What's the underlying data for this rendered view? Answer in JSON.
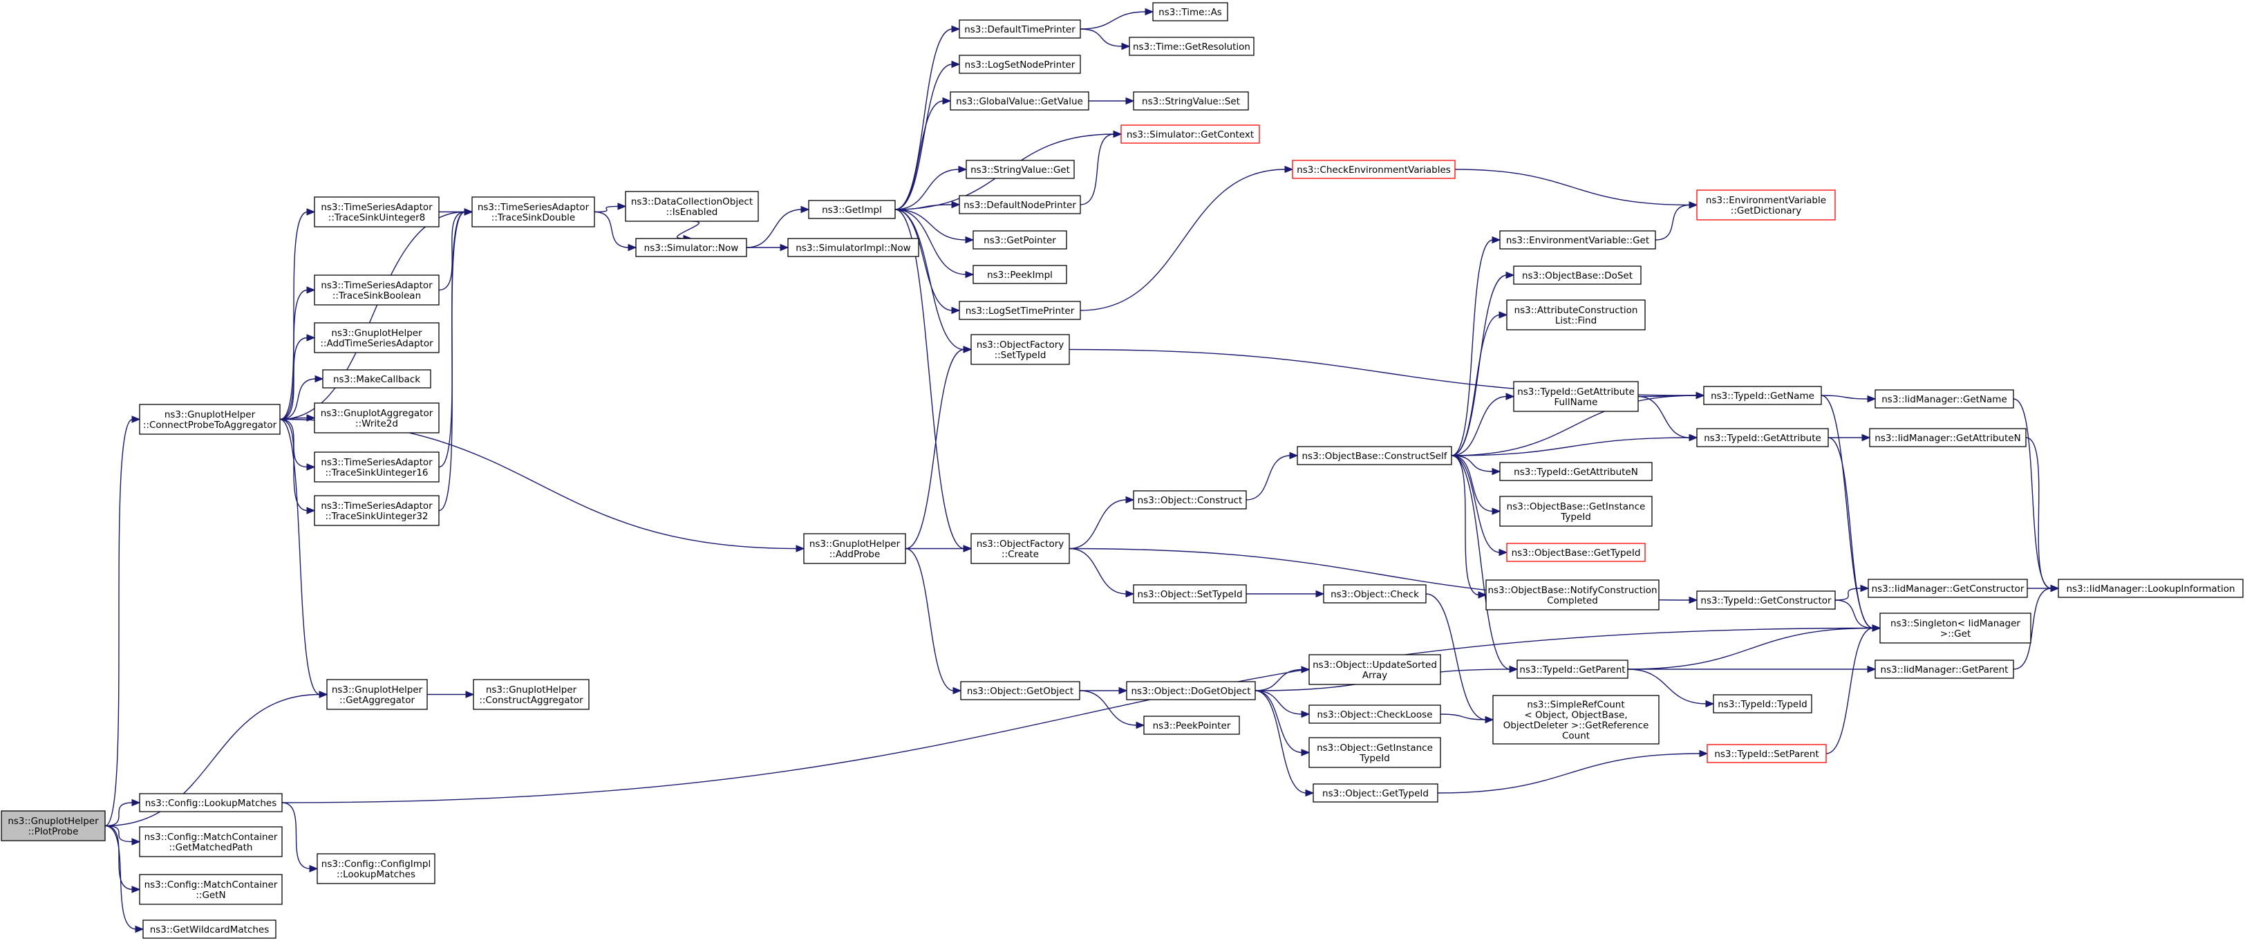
{
  "graph": {
    "title": "",
    "colors": {
      "edge": "#191970",
      "node_border": "#000000",
      "highlight_border": "#ff0000",
      "root_fill": "#bfbfbf"
    },
    "nodes": [
      {
        "id": "root",
        "lines": [
          "ns3::GnuplotHelper",
          "::PlotProbe"
        ],
        "root": true
      },
      {
        "id": "ctpa",
        "lines": [
          "ns3::GnuplotHelper",
          "::ConnectProbeToAggregator"
        ]
      },
      {
        "id": "getagg",
        "lines": [
          "ns3::GnuplotHelper",
          "::GetAggregator"
        ]
      },
      {
        "id": "lookupM",
        "lines": [
          "ns3::Config::LookupMatches"
        ]
      },
      {
        "id": "gmp",
        "lines": [
          "ns3::Config::MatchContainer",
          "::GetMatchedPath"
        ]
      },
      {
        "id": "getn",
        "lines": [
          "ns3::Config::MatchContainer",
          "::GetN"
        ]
      },
      {
        "id": "wild",
        "lines": [
          "ns3::GetWildcardMatches"
        ]
      },
      {
        "id": "tsu8",
        "lines": [
          "ns3::TimeSeriesAdaptor",
          "::TraceSinkUinteger8"
        ]
      },
      {
        "id": "tsdbl",
        "lines": [
          "ns3::TimeSeriesAdaptor",
          "::TraceSinkDouble"
        ]
      },
      {
        "id": "tsbool",
        "lines": [
          "ns3::TimeSeriesAdaptor",
          "::TraceSinkBoolean"
        ]
      },
      {
        "id": "addtsa",
        "lines": [
          "ns3::GnuplotHelper",
          "::AddTimeSeriesAdaptor"
        ]
      },
      {
        "id": "mcb",
        "lines": [
          "ns3::MakeCallback"
        ]
      },
      {
        "id": "w2d",
        "lines": [
          "ns3::GnuplotAggregator",
          "::Write2d"
        ]
      },
      {
        "id": "tsu16",
        "lines": [
          "ns3::TimeSeriesAdaptor",
          "::TraceSinkUinteger16"
        ]
      },
      {
        "id": "tsu32",
        "lines": [
          "ns3::TimeSeriesAdaptor",
          "::TraceSinkUinteger32"
        ]
      },
      {
        "id": "cagg",
        "lines": [
          "ns3::GnuplotHelper",
          "::ConstructAggregator"
        ]
      },
      {
        "id": "cfgLM",
        "lines": [
          "ns3::Config::ConfigImpl",
          "::LookupMatches"
        ]
      },
      {
        "id": "dco",
        "lines": [
          "ns3::DataCollectionObject",
          "::IsEnabled"
        ]
      },
      {
        "id": "simnow",
        "lines": [
          "ns3::Simulator::Now"
        ]
      },
      {
        "id": "simimplnow",
        "lines": [
          "ns3::SimulatorImpl::Now"
        ]
      },
      {
        "id": "getimpl",
        "lines": [
          "ns3::GetImpl"
        ]
      },
      {
        "id": "addprobe",
        "lines": [
          "ns3::GnuplotHelper",
          "::AddProbe"
        ]
      },
      {
        "id": "dtp",
        "lines": [
          "ns3::DefaultTimePrinter"
        ]
      },
      {
        "id": "timeas",
        "lines": [
          "ns3::Time::As"
        ]
      },
      {
        "id": "timeres",
        "lines": [
          "ns3::Time::GetResolution"
        ]
      },
      {
        "id": "lsnp",
        "lines": [
          "ns3::LogSetNodePrinter"
        ]
      },
      {
        "id": "gvget",
        "lines": [
          "ns3::GlobalValue::GetValue"
        ]
      },
      {
        "id": "svset",
        "lines": [
          "ns3::StringValue::Set"
        ]
      },
      {
        "id": "simctx",
        "lines": [
          "ns3::Simulator::GetContext"
        ],
        "red": true
      },
      {
        "id": "svget",
        "lines": [
          "ns3::StringValue::Get"
        ]
      },
      {
        "id": "dnp",
        "lines": [
          "ns3::DefaultNodePrinter"
        ]
      },
      {
        "id": "getptr",
        "lines": [
          "ns3::GetPointer"
        ]
      },
      {
        "id": "peekimpl",
        "lines": [
          "ns3::PeekImpl"
        ]
      },
      {
        "id": "lstp",
        "lines": [
          "ns3::LogSetTimePrinter"
        ]
      },
      {
        "id": "ofsti",
        "lines": [
          "ns3::ObjectFactory",
          "::SetTypeId"
        ]
      },
      {
        "id": "ofcreate",
        "lines": [
          "ns3::ObjectFactory",
          "::Create"
        ]
      },
      {
        "id": "objget",
        "lines": [
          "ns3::Object::GetObject"
        ]
      },
      {
        "id": "objconstruct",
        "lines": [
          "ns3::Object::Construct"
        ]
      },
      {
        "id": "objsti",
        "lines": [
          "ns3::Object::SetTypeId"
        ]
      },
      {
        "id": "objdgo",
        "lines": [
          "ns3::Object::DoGetObject"
        ]
      },
      {
        "id": "peekptr",
        "lines": [
          "ns3::PeekPointer"
        ]
      },
      {
        "id": "objcheck",
        "lines": [
          "ns3::Object::Check"
        ]
      },
      {
        "id": "objusa",
        "lines": [
          "ns3::Object::UpdateSorted",
          "Array"
        ]
      },
      {
        "id": "objcl",
        "lines": [
          "ns3::Object::CheckLoose"
        ]
      },
      {
        "id": "objgit",
        "lines": [
          "ns3::Object::GetInstance",
          "TypeId"
        ]
      },
      {
        "id": "objgti",
        "lines": [
          "ns3::Object::GetTypeId"
        ]
      },
      {
        "id": "checkenv",
        "lines": [
          "ns3::CheckEnvironmentVariables"
        ],
        "red": true
      },
      {
        "id": "envget",
        "lines": [
          "ns3::EnvironmentVariable::Get"
        ]
      },
      {
        "id": "obdoset",
        "lines": [
          "ns3::ObjectBase::DoSet"
        ]
      },
      {
        "id": "aclfind",
        "lines": [
          "ns3::AttributeConstruction",
          "List::Find"
        ]
      },
      {
        "id": "tigafn",
        "lines": [
          "ns3::TypeId::GetAttribute",
          "FullName"
        ]
      },
      {
        "id": "obcs",
        "lines": [
          "ns3::ObjectBase::ConstructSelf"
        ]
      },
      {
        "id": "tigan",
        "lines": [
          "ns3::TypeId::GetAttributeN"
        ]
      },
      {
        "id": "obgit",
        "lines": [
          "ns3::ObjectBase::GetInstance",
          "TypeId"
        ]
      },
      {
        "id": "obgti",
        "lines": [
          "ns3::ObjectBase::GetTypeId"
        ],
        "red": true
      },
      {
        "id": "obncc",
        "lines": [
          "ns3::ObjectBase::NotifyConstruction",
          "Completed"
        ]
      },
      {
        "id": "tigp",
        "lines": [
          "ns3::TypeId::GetParent"
        ]
      },
      {
        "id": "srcgrc",
        "lines": [
          "ns3::SimpleRefCount",
          "< Object, ObjectBase,",
          "ObjectDeleter >::GetReference",
          "Count"
        ]
      },
      {
        "id": "envdict",
        "lines": [
          "ns3::EnvironmentVariable",
          "::GetDictionary"
        ],
        "red": true
      },
      {
        "id": "tigname",
        "lines": [
          "ns3::TypeId::GetName"
        ]
      },
      {
        "id": "tiga",
        "lines": [
          "ns3::TypeId::GetAttribute"
        ]
      },
      {
        "id": "tigc",
        "lines": [
          "ns3::TypeId::GetConstructor"
        ]
      },
      {
        "id": "titid",
        "lines": [
          "ns3::TypeId::TypeId"
        ]
      },
      {
        "id": "tisp",
        "lines": [
          "ns3::TypeId::SetParent"
        ],
        "red": true
      },
      {
        "id": "iidgname",
        "lines": [
          "ns3::IidManager::GetName"
        ]
      },
      {
        "id": "iidgattn",
        "lines": [
          "ns3::IidManager::GetAttributeN"
        ]
      },
      {
        "id": "iidgctor",
        "lines": [
          "ns3::IidManager::GetConstructor"
        ]
      },
      {
        "id": "singget",
        "lines": [
          "ns3::Singleton< IidManager",
          ">::Get"
        ]
      },
      {
        "id": "iidgparent",
        "lines": [
          "ns3::IidManager::GetParent"
        ]
      },
      {
        "id": "iidlookup",
        "lines": [
          "ns3::IidManager::LookupInformation"
        ]
      }
    ]
  }
}
